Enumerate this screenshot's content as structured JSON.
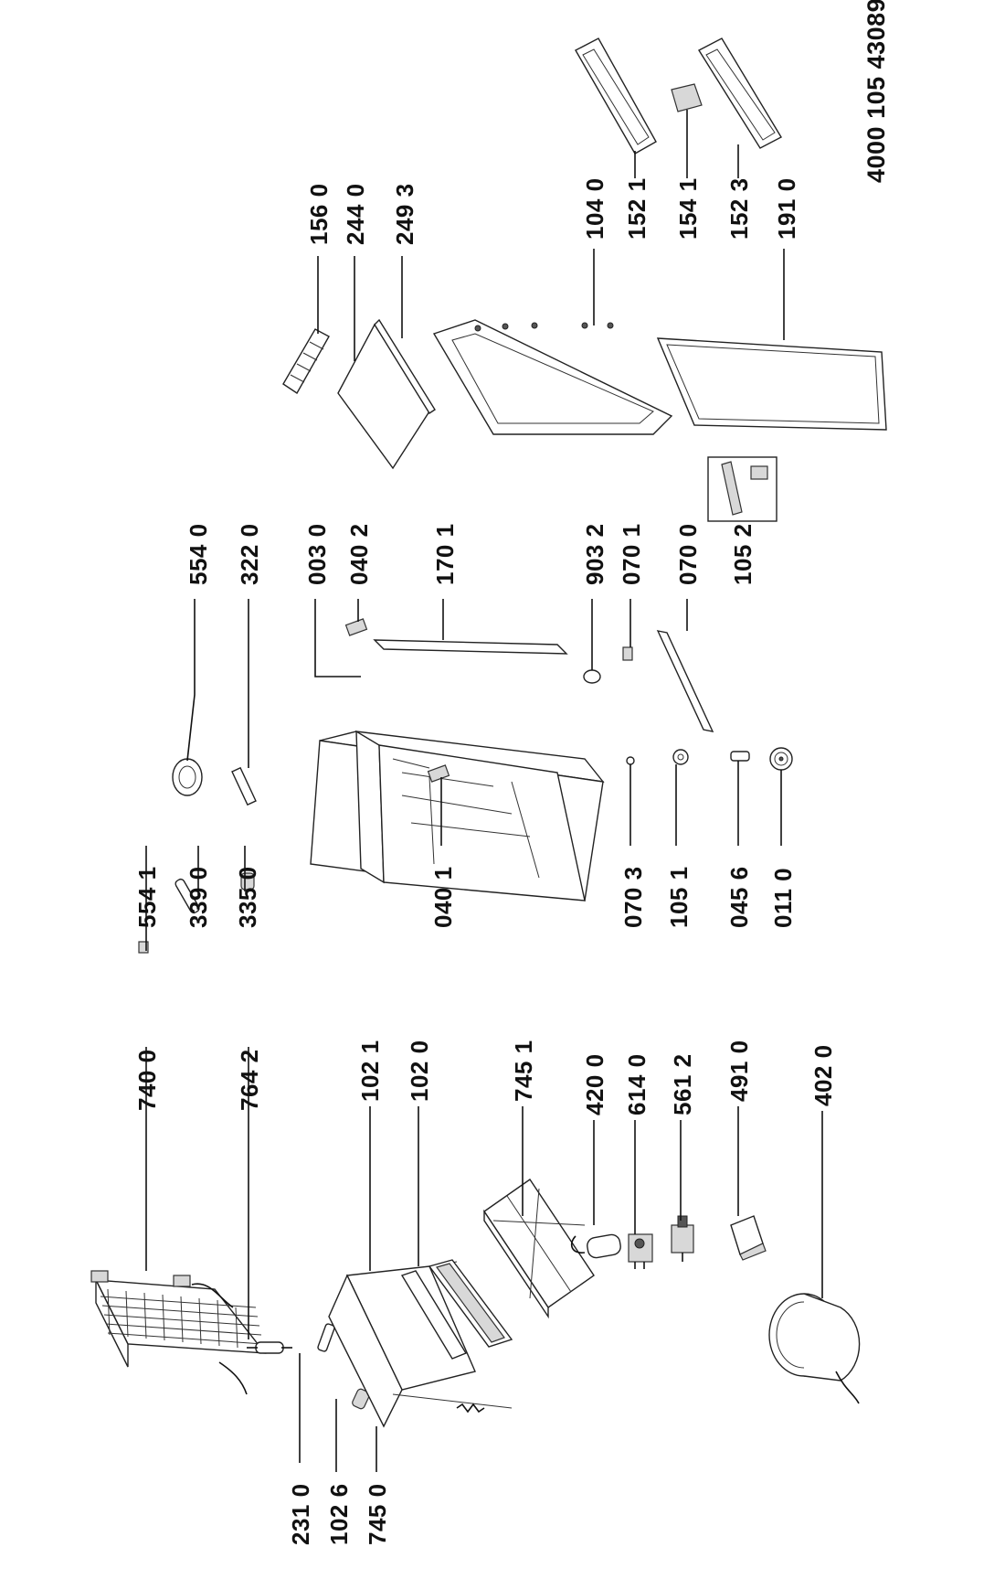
{
  "document_number": "4000 105 43089",
  "callouts": [
    {
      "key": "c7400",
      "text": "740 0"
    },
    {
      "key": "c7642",
      "text": "764 2"
    },
    {
      "key": "c1021",
      "text": "102 1"
    },
    {
      "key": "c1020",
      "text": "102 0"
    },
    {
      "key": "c7451",
      "text": "745 1"
    },
    {
      "key": "c4200",
      "text": "420 0"
    },
    {
      "key": "c6140",
      "text": "614 0"
    },
    {
      "key": "c5612",
      "text": "561 2"
    },
    {
      "key": "c4910",
      "text": "491 0"
    },
    {
      "key": "c4020",
      "text": "402 0"
    },
    {
      "key": "c2310",
      "text": "231 0"
    },
    {
      "key": "c1026",
      "text": "102 6"
    },
    {
      "key": "c7450",
      "text": "745 0"
    },
    {
      "key": "c5541",
      "text": "554 1"
    },
    {
      "key": "c3390",
      "text": "339 0"
    },
    {
      "key": "c3350",
      "text": "335 0"
    },
    {
      "key": "c0401",
      "text": "040 1"
    },
    {
      "key": "c0703",
      "text": "070 3"
    },
    {
      "key": "c1051",
      "text": "105 1"
    },
    {
      "key": "c0456",
      "text": "045 6"
    },
    {
      "key": "c0110",
      "text": "011 0"
    },
    {
      "key": "c5540",
      "text": "554 0"
    },
    {
      "key": "c3220",
      "text": "322 0"
    },
    {
      "key": "c0030",
      "text": "003 0"
    },
    {
      "key": "c0402",
      "text": "040 2"
    },
    {
      "key": "c1701",
      "text": "170 1"
    },
    {
      "key": "c9032",
      "text": "903 2"
    },
    {
      "key": "c0701",
      "text": "070 1"
    },
    {
      "key": "c0700",
      "text": "070 0"
    },
    {
      "key": "c1052",
      "text": "105 2"
    },
    {
      "key": "c1560",
      "text": "156 0"
    },
    {
      "key": "c2440",
      "text": "244 0"
    },
    {
      "key": "c2493",
      "text": "249 3"
    },
    {
      "key": "c1040",
      "text": "104 0"
    },
    {
      "key": "c1521",
      "text": "152 1"
    },
    {
      "key": "c1541",
      "text": "154 1"
    },
    {
      "key": "c1523",
      "text": "152 3"
    },
    {
      "key": "c1910",
      "text": "191 0"
    }
  ]
}
